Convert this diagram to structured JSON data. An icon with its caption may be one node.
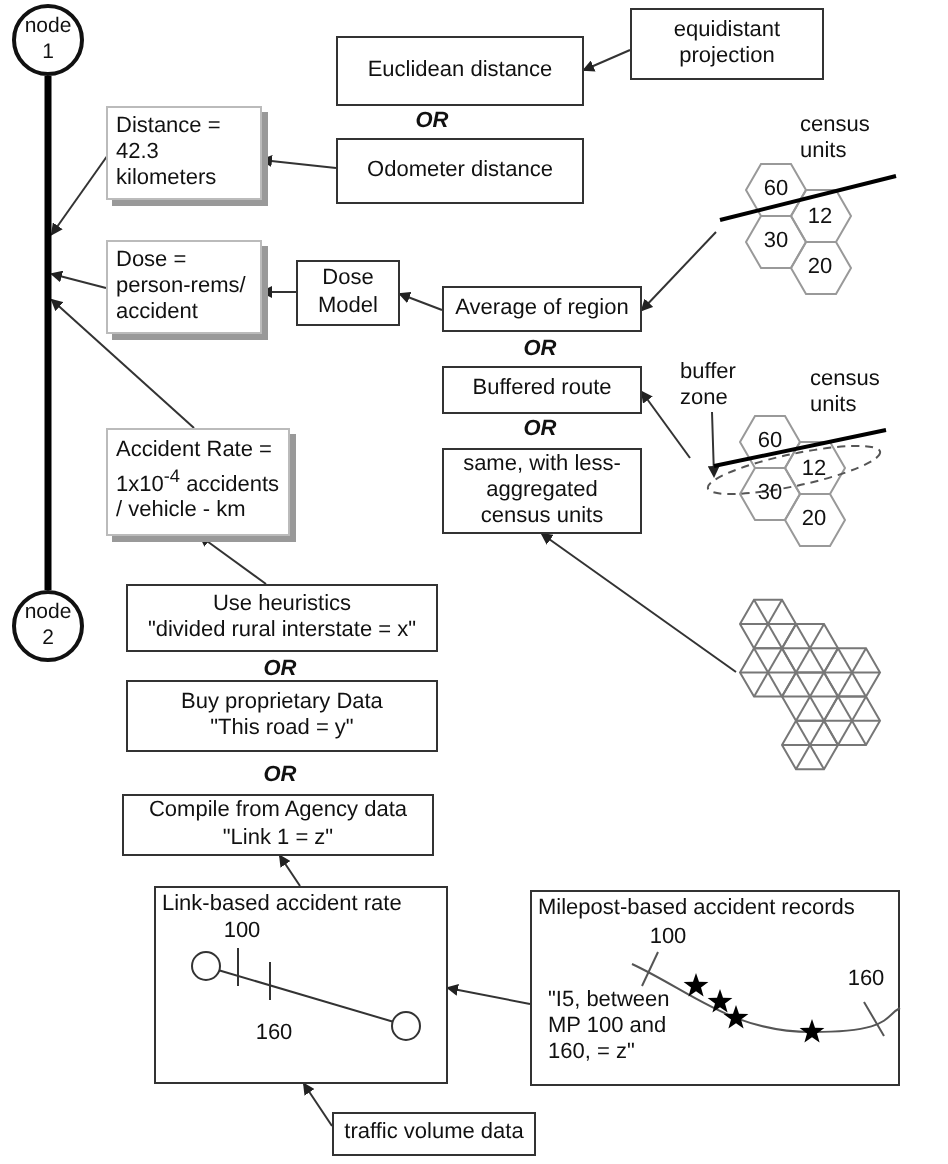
{
  "diagram": {
    "nodes": [
      {
        "text": [
          "node 1"
        ]
      },
      {
        "text": [
          "Euclidean distance"
        ]
      },
      {
        "text": [
          "equidistant projection"
        ]
      },
      {
        "text": [
          "Odometer distance"
        ]
      },
      {
        "text": [
          "Distance = 42.3 kilometers"
        ]
      },
      {
        "text": [],
        "shape": "picture",
        "beside": [
          "census units"
        ]
      },
      {
        "text": [
          "Dose = person-rems/ accident"
        ]
      },
      {
        "text": [
          "Dose Model"
        ]
      },
      {
        "text": [
          "Average of region"
        ]
      },
      {
        "text": [
          "Buffered route"
        ]
      },
      {
        "text": [
          "buffer zone"
        ]
      },
      {
        "text": [],
        "shape": "picture",
        "beside": [
          "census units"
        ]
      },
      {
        "text": [
          "Accident Rate = 1x10$^{-4}$ accidents / vehicle - km"
        ]
      },
      {
        "text": [
          "same, with less-aggregated census units"
        ]
      },
      {
        "text": [],
        "shape": "picture"
      },
      {
        "text": [
          "node 2"
        ]
      },
      {
        "text": [
          "Use heuristics",
          "\"divided rural interstate = x\""
        ]
      },
      {
        "text": [
          "Buy proprietary Data",
          "\"This road = y\""
        ]
      },
      {
        "text": [
          "Compile from Agency data",
          "\"Link 1 = z\""
        ]
      },
      {
        "text": [
          "Link-based accident rate"
        ]
      },
      {
        "text": [
          "Milepost-based accident records",
          "\"I5, between MP 100 and 160, = z\""
        ]
      },
      {
        "text": [
          "traffic volume data"
        ]
      }
    ],
    "edges": [
      {
        "from": 2,
        "to": 1,
        "arrow": "to"
      },
      {
        "from": 3,
        "to": 4,
        "arrow": "to"
      },
      {
        "from": 4,
        "to": null,
        "arrow": "to"
      },
      {
        "from": 6,
        "to": null,
        "arrow": "to"
      },
      {
        "from": 7,
        "to": 6,
        "arrow": "to"
      },
      {
        "from": 8,
        "to": 7,
        "arrow": "to"
      },
      {
        "from": 5,
        "to": 8,
        "arrow": "to"
      },
      {
        "from": 11,
        "to": 9,
        "arrow": "to"
      },
      {
        "from": 10,
        "to": 11,
        "arrow": "to"
      },
      {
        "from": 12,
        "to": null,
        "arrow": "to"
      },
      {
        "from": 14,
        "to": 13,
        "arrow": "to"
      },
      {
        "from": 16,
        "to": 12,
        "arrow": "to"
      },
      {
        "from": 19,
        "to": 18,
        "arrow": "to"
      },
      {
        "from": 20,
        "to": 19,
        "arrow": "to"
      },
      {
        "from": 21,
        "to": 19,
        "arrow": "to"
      },
      {
        "from": 0,
        "to": 15,
        "arrow": "none",
        "style": "thick"
      }
    ],
    "labels": [
      "OR",
      "60",
      "12",
      "30",
      "20",
      "OR",
      "60",
      "12",
      "30",
      "20",
      "OR",
      "OR",
      "OR",
      "100",
      "160",
      "100",
      "160"
    ]
  }
}
